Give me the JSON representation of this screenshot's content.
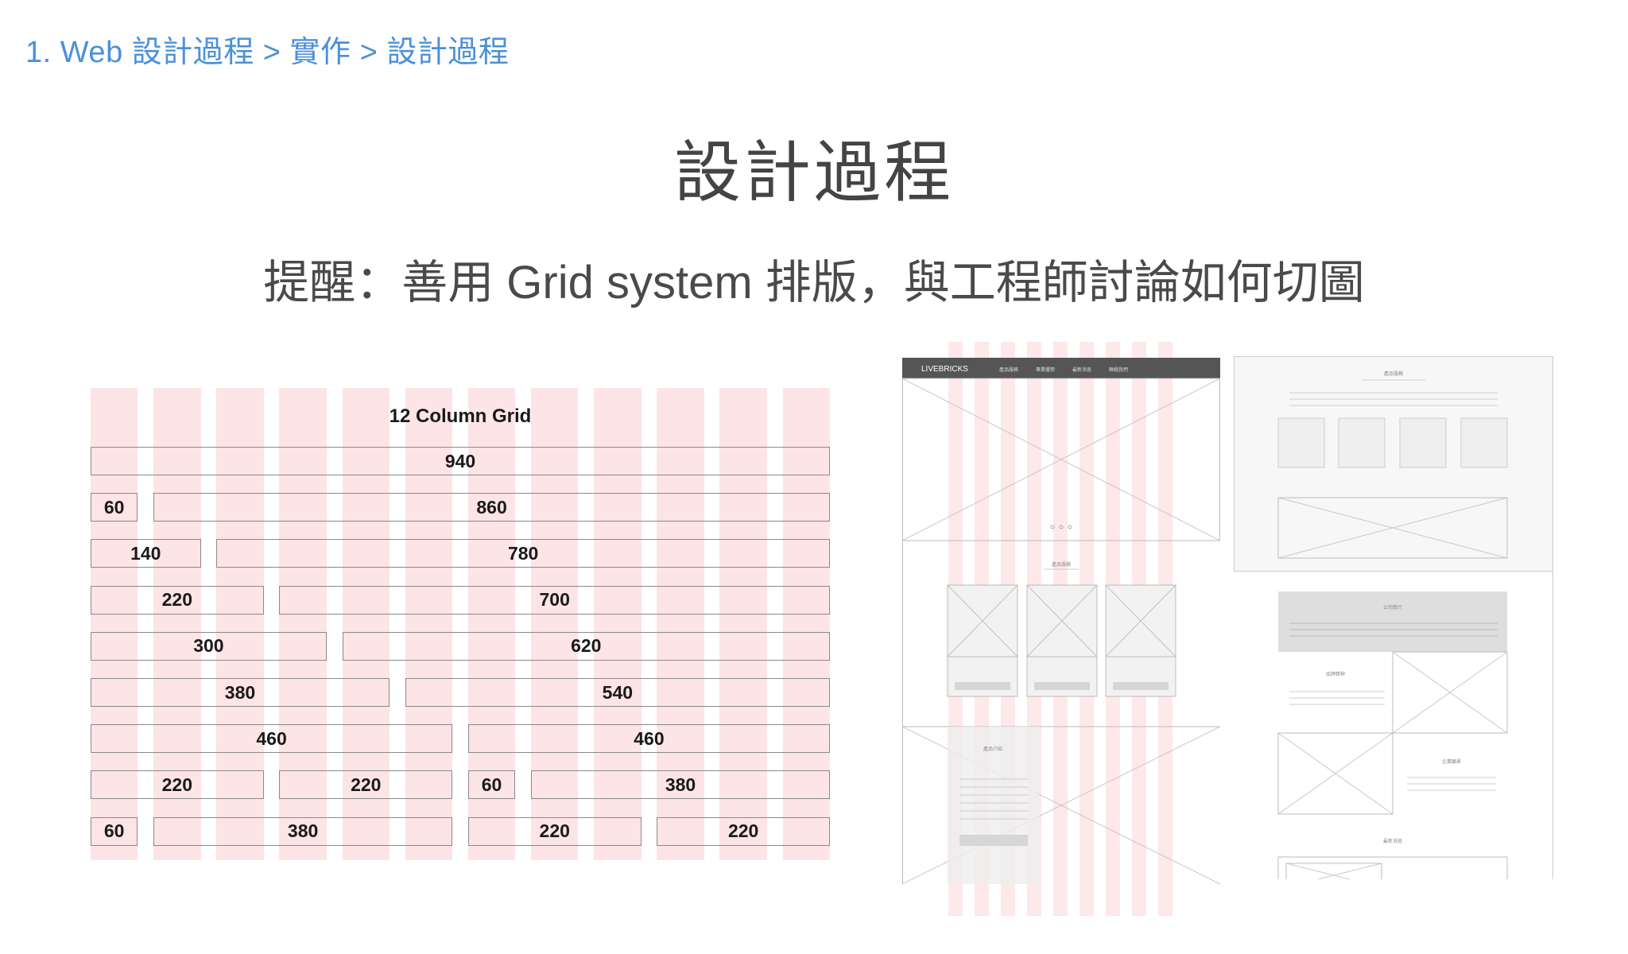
{
  "breadcrumb": "1. Web 設計過程 > 實作 > 設計過程",
  "title": "設計過程",
  "subtitle": "提醒：善用 Grid system 排版，與工程師討論如何切圖",
  "grid_figure": {
    "title": "12 Column Grid",
    "columns": 12,
    "column_width": 60,
    "gutter": 20,
    "rows": [
      [
        "940"
      ],
      [
        "60",
        "860"
      ],
      [
        "140",
        "780"
      ],
      [
        "220",
        "700"
      ],
      [
        "300",
        "620"
      ],
      [
        "380",
        "540"
      ],
      [
        "460",
        "460"
      ],
      [
        "220",
        "220",
        "60",
        "380"
      ],
      [
        "60",
        "380",
        "220",
        "220"
      ]
    ]
  },
  "wireframe_a": {
    "logo": "LIVEBRICKS",
    "nav": [
      "產品服務",
      "專業優勢",
      "最新消息",
      "聯絡我們"
    ],
    "section_label": "產品服務",
    "card_label": "產品介紹"
  },
  "wireframe_b": {
    "section1": "產品服務",
    "section2": "公司簡介",
    "section3": "品牌精神",
    "section4": "企業願景",
    "section5": "最新消息"
  },
  "colors": {
    "breadcrumb": "#4a90d9",
    "grid_column": "#fde4e6",
    "box_border": "#8a8a8a",
    "header_bar": "#555555"
  }
}
